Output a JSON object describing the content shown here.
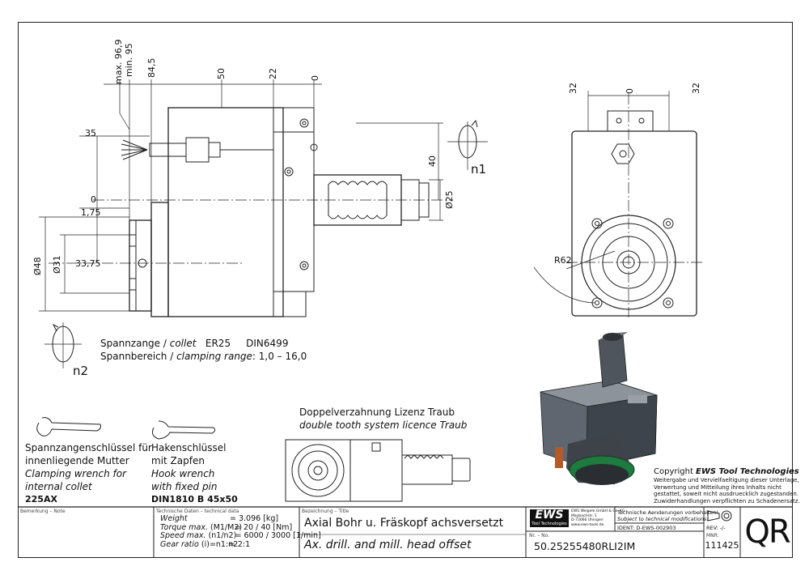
{
  "dimensions_top": {
    "max": "max. 96,9",
    "min": "min. 95",
    "d845": "84,5",
    "d50": "50",
    "d22": "22",
    "d0": "0"
  },
  "dimensions_left": {
    "d35": "35",
    "d0": "0",
    "d175": "1,75",
    "d3375": "33,75",
    "dia48": "Ø48",
    "dia31": "Ø31"
  },
  "dimensions_right_front": {
    "d40": "40",
    "dia25": "Ø25",
    "n1": "n1"
  },
  "dimensions_side_view": {
    "left32": "32",
    "center0": "0",
    "right32": "32",
    "r62": "R62"
  },
  "n2": "n2",
  "collet": {
    "line1_de": "Spannzange / ",
    "line1_en": "collet",
    "line1_spec": "ER25     DIN6499",
    "line2_de": "Spannbereich / ",
    "line2_en": "clamping range",
    "line2_spec": ": 1,0 – 16,0"
  },
  "wrench1": {
    "l1": "Spannzangenschlüssel für",
    "l2": "innenliegende Mutter",
    "l3": "Clamping wrench for",
    "l4": "internal collet",
    "l5": "225AX"
  },
  "wrench2": {
    "l1": "Hakenschlüssel",
    "l2": "mit Zapfen",
    "l3": "Hook wrench",
    "l4": "with fixed pin",
    "l5": "DIN1810 B 45x50"
  },
  "double_tooth": {
    "l1": "Doppelverzahnung Lizenz Traub",
    "l2": "double tooth system licence Traub"
  },
  "copyright": {
    "title_prefix": "Copyright ",
    "title_brand": "EWS Tool Technologies",
    "l1": "Weitergabe und Vervielfaeltigung dieser Unterlage,",
    "l2": "Verwertung und Mitteilung ihres Inhalts nicht",
    "l3": "gestattet, soweit nicht ausdruecklich zugestanden.",
    "l4": "Zuwiderhandlungen verpflichten zu Schadenersatz."
  },
  "title_block": {
    "remark_label": "Bemerkung – Note",
    "tech_label": "Technische Daten – technical data",
    "title_label": "Bezeichnung – Title",
    "weight_label": "Weight",
    "weight_value": "= 3.096 [kg]",
    "torque_label": "Torque max.",
    "torque_sub": "(M1/M2)",
    "torque_value": "= 20 / 40 [Nm]",
    "speed_label": "Speed max.",
    "speed_sub": "(n1/n2)",
    "speed_value": "= 6000 / 3000 [1/min]",
    "ratio_label": "Gear ratio",
    "ratio_sub": "(i)=n1:n2",
    "ratio_value": "= 2:1",
    "title_de": "Axial Bohr u. Fräskopf achsversetzt",
    "title_en": "Ax. drill. and mill. head offset",
    "nr_label": "Nr. – No.",
    "part_number": "50.25255480RLI2IM",
    "logo": "EWS",
    "logo_sub": "Tool Technologies",
    "company_l1": "EWS Weigele GmbH & Co. KG",
    "company_l2": "Maybachstr. 1",
    "company_l3": "D-73066 Uhingen",
    "company_l4": "www.ews-tools.de",
    "change_de": "Technische Aenderungen vorbehalten!",
    "change_en": "Subject to technical modifications!",
    "ident": "IDENT: D-EWS-002903",
    "rev": "REV: -/-",
    "mnr_label": "MNR:",
    "mnr": "111425",
    "qr": "QR"
  }
}
